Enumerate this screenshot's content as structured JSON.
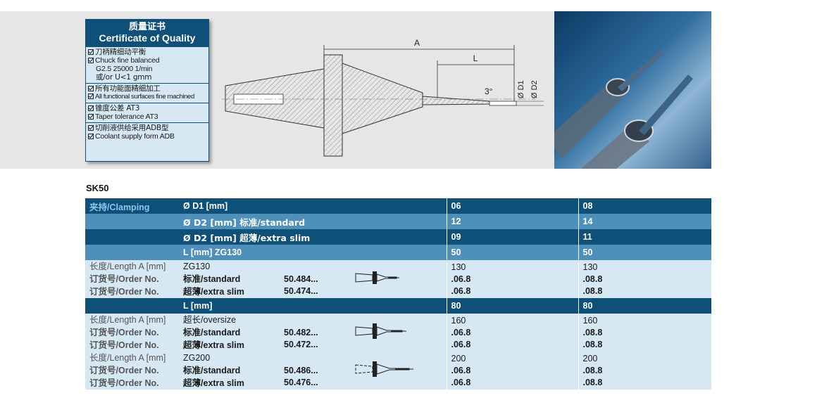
{
  "certificate": {
    "title_cn": "质量证书",
    "title_en": "Certificate of Quality",
    "groups": [
      {
        "lines": [
          {
            "check": true,
            "text": "刀柄精细动平衡"
          },
          {
            "check": true,
            "text": "Chuck fine balanced"
          },
          {
            "check": false,
            "text": "G2.5  25000 1/min"
          },
          {
            "check": false,
            "text": "或/or U<1 gmm"
          }
        ]
      },
      {
        "lines": [
          {
            "check": true,
            "text": "所有功能面精细加工"
          },
          {
            "check": true,
            "text": "All functional surfaces fine machined"
          }
        ]
      },
      {
        "lines": [
          {
            "check": true,
            "text": "锥度公差 AT3"
          },
          {
            "check": true,
            "text": "Taper tolerance AT3"
          }
        ]
      },
      {
        "lines": [
          {
            "check": true,
            "text": "切削液供给采用ADB型"
          },
          {
            "check": true,
            "text": "Coolant supply form ADB"
          }
        ]
      }
    ]
  },
  "drawing": {
    "label_a": "A",
    "label_l": "L",
    "label_angle": "3°",
    "label_d1": "Ø D1",
    "label_d2": "Ø D2"
  },
  "section_title": "SK50",
  "table": {
    "clamping_cn": "夹持",
    "clamping_en": "/Clamping",
    "header_rows": [
      {
        "label": "Ø D1 [mm]",
        "v1": "06",
        "v2": "08",
        "style": "dark"
      },
      {
        "label": "Ø D2 [mm] 标准/standard",
        "v1": "12",
        "v2": "14",
        "style": "mid"
      },
      {
        "label": "Ø D2 [mm] 超薄/extra slim",
        "v1": "09",
        "v2": "11",
        "style": "dark"
      },
      {
        "label": "L [mm] ZG130",
        "v1": "50",
        "v2": "50",
        "style": "mid"
      }
    ],
    "row_labels": {
      "length_cn": "长度",
      "length_en": "/Length A [mm]",
      "order_cn": "订货号",
      "order_en": "/Order No."
    },
    "block1": {
      "variant": "ZG130",
      "standard_label_cn": "标准",
      "standard_label_en": "/standard",
      "standard_code": "50.484...",
      "slim_label_cn": "超薄",
      "slim_label_en": "/extra slim",
      "slim_code": "50.474...",
      "c1": {
        "length": "130",
        "std": ".06.8",
        "slim": ".06.8"
      },
      "c2": {
        "length": "130",
        "std": ".08.8",
        "slim": ".08.8"
      }
    },
    "l_row": {
      "label": "L [mm]",
      "v1": "80",
      "v2": "80"
    },
    "block2": {
      "variant_cn": "超长",
      "variant_en": "/oversize",
      "standard_label_cn": "标准",
      "standard_label_en": "/standard",
      "standard_code": "50.482...",
      "slim_label_cn": "超薄",
      "slim_label_en": "/extra slim",
      "slim_code": "50.472...",
      "c1": {
        "length": "160",
        "std": ".06.8",
        "slim": ".06.8"
      },
      "c2": {
        "length": "160",
        "std": ".08.8",
        "slim": ".08.8"
      }
    },
    "block3": {
      "variant": "ZG200",
      "standard_label_cn": "标准",
      "standard_label_en": "/standard",
      "standard_code": "50.486...",
      "slim_label_cn": "超薄",
      "slim_label_en": "/extra slim",
      "slim_code": "50.476...",
      "c1": {
        "length": "200",
        "std": ".06.8",
        "slim": ".06.8"
      },
      "c2": {
        "length": "200",
        "std": ".08.8",
        "slim": ".08.8"
      }
    }
  },
  "colors": {
    "dark_blue": "#0e5078",
    "mid_blue": "#4f90bb",
    "light_blue": "#d6e8f3",
    "clamping_accent": "#8ec8ec"
  }
}
